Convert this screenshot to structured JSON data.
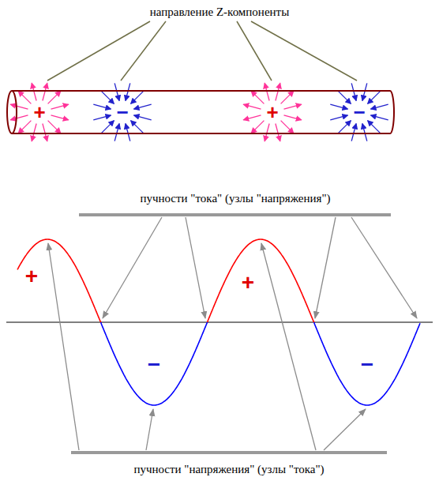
{
  "diagram": {
    "nodes": [
      {
        "text": [
          "+",
          "−",
          "+",
          "−"
        ]
      }
    ],
    "labels": [
      "направление Z-компоненты",
      "пучности \"тока\" (узлы \"напряжения\")",
      "+",
      "−",
      "+",
      "−",
      "пучности \"напряжения\" (узлы \"тока\")"
    ]
  }
}
